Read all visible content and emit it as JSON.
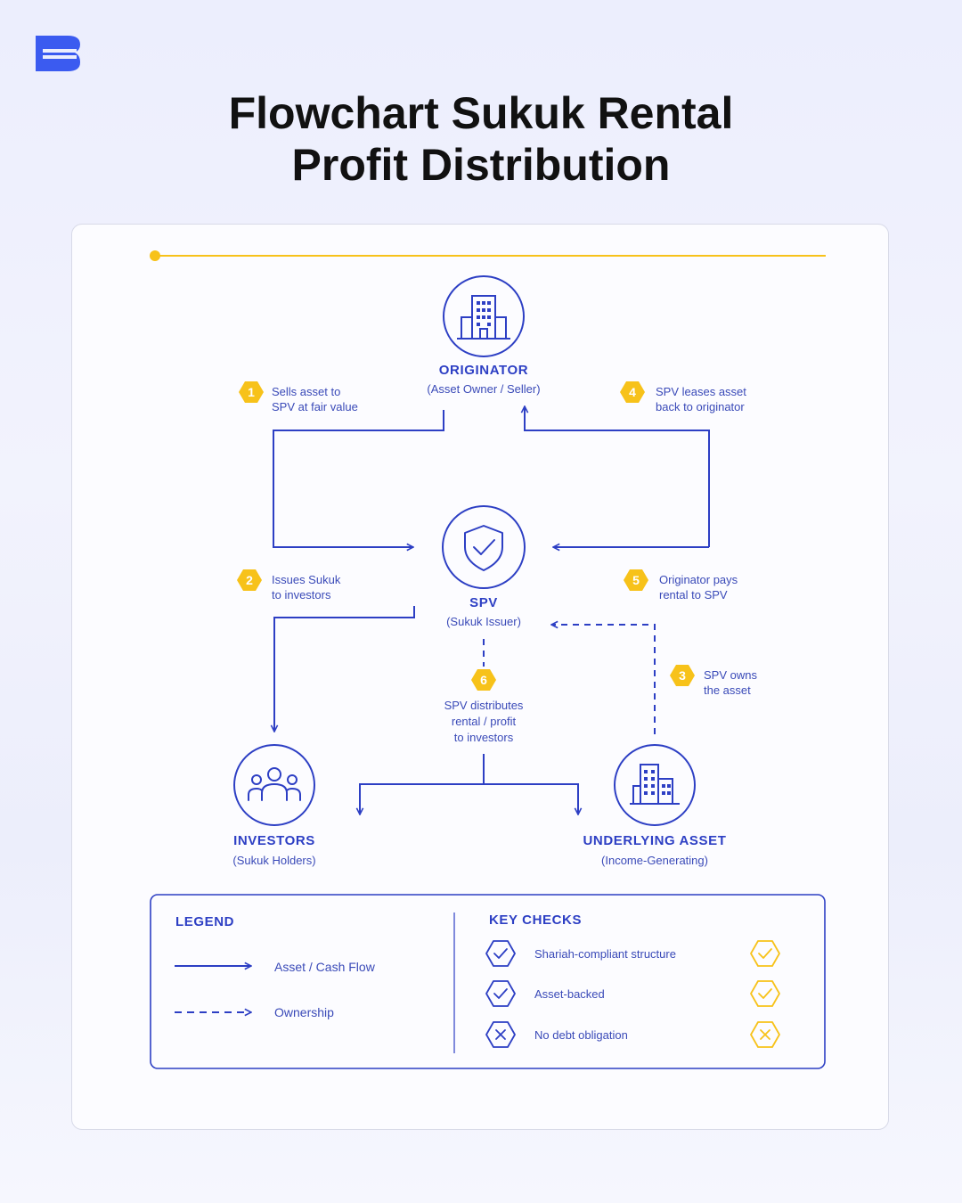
{
  "colors": {
    "primary": "#2d3fc4",
    "accent": "#f7c21a",
    "text": "#111111",
    "logo": "#3b5bf0"
  },
  "logo": {
    "icon": "brand-s-logo-icon"
  },
  "title": {
    "line1": "Flowchart Sukuk Rental",
    "line2": "Profit Distribution"
  },
  "nodes": {
    "originator": {
      "title": "ORIGINATOR",
      "subtitle": "(Asset Owner / Seller)",
      "icon": "building-icon"
    },
    "spv": {
      "title": "SPV",
      "subtitle": "(Sukuk Issuer)",
      "icon": "shield-check-icon"
    },
    "investors": {
      "title": "INVESTORS",
      "subtitle": "(Sukuk Holders)",
      "icon": "people-icon"
    },
    "asset": {
      "title": "UNDERLYING ASSET",
      "subtitle": "(Income-Generating)",
      "icon": "buildings-icon"
    }
  },
  "steps": [
    {
      "number": "1",
      "line1": "Sells asset to",
      "line2": "SPV at fair value"
    },
    {
      "number": "2",
      "line1": "Issues Sukuk",
      "line2": "to investors"
    },
    {
      "number": "3",
      "line1": "SPV owns",
      "line2": "the asset"
    },
    {
      "number": "4",
      "line1": "SPV leases asset",
      "line2": "back to originator"
    },
    {
      "number": "5",
      "line1": "Originator pays",
      "line2": "rental to SPV"
    },
    {
      "number": "6",
      "line1": "SPV distributes",
      "line2": "rental / profit",
      "line3": "to investors"
    }
  ],
  "legend": {
    "title": "LEGEND",
    "items": [
      {
        "label": "Asset / Cash Flow",
        "style": "solid-arrow"
      },
      {
        "label": "Ownership",
        "style": "dashed-arrow"
      }
    ]
  },
  "key_checks": {
    "title": "KEY CHECKS",
    "items": [
      {
        "label": "Shariah-compliant structure",
        "status": "check"
      },
      {
        "label": "Asset-backed",
        "status": "check"
      },
      {
        "label": "No debt obligation",
        "status": "cross"
      }
    ]
  }
}
